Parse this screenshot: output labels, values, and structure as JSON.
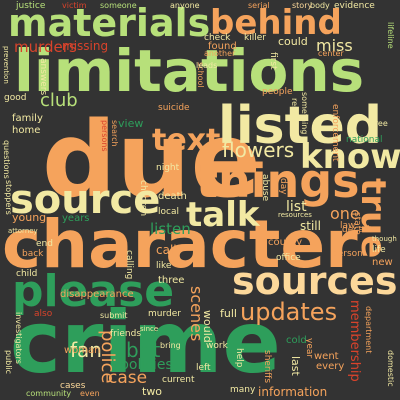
{
  "palette": {
    "background": "#333333",
    "light_green": "#b7e07a",
    "cream": "#f2e9a3",
    "orange": "#f5a35c",
    "green": "#2e9e5b",
    "red": "#d9432b",
    "pale_orange": "#fcd89a"
  },
  "words": [
    {
      "text": "crime"
    },
    {
      "text": "due"
    },
    {
      "text": "character"
    },
    {
      "text": "limitations"
    },
    {
      "text": "listed"
    },
    {
      "text": "things"
    },
    {
      "text": "materials"
    },
    {
      "text": "behind"
    },
    {
      "text": "source"
    },
    {
      "text": "sources"
    },
    {
      "text": "please"
    },
    {
      "text": "know"
    },
    {
      "text": "text"
    },
    {
      "text": "talk"
    },
    {
      "text": "true"
    },
    {
      "text": "updates"
    },
    {
      "text": "flowers"
    },
    {
      "text": "club"
    },
    {
      "text": "miss"
    },
    {
      "text": "murders"
    },
    {
      "text": "missing"
    },
    {
      "text": "listen"
    },
    {
      "text": "fan"
    },
    {
      "text": "brit"
    },
    {
      "text": "police"
    },
    {
      "text": "scenes"
    },
    {
      "text": "one"
    },
    {
      "text": "case"
    },
    {
      "text": "membership"
    },
    {
      "text": "policies"
    },
    {
      "text": "information"
    },
    {
      "text": "cases"
    },
    {
      "text": "community"
    },
    {
      "text": "justice"
    },
    {
      "text": "serial"
    },
    {
      "text": "body"
    },
    {
      "text": "evidence"
    },
    {
      "text": "lifeline"
    },
    {
      "text": "could"
    },
    {
      "text": "found"
    },
    {
      "text": "death"
    },
    {
      "text": "local"
    },
    {
      "text": "year"
    },
    {
      "text": "years"
    },
    {
      "text": "view"
    },
    {
      "text": "suicide"
    },
    {
      "text": "school"
    },
    {
      "text": "cold"
    },
    {
      "text": "woman"
    },
    {
      "text": "friends"
    },
    {
      "text": "every"
    },
    {
      "text": "went"
    },
    {
      "text": "last"
    },
    {
      "text": "county"
    },
    {
      "text": "office"
    },
    {
      "text": "murder"
    },
    {
      "text": "disappearance"
    },
    {
      "text": "current"
    },
    {
      "text": "sheriffs"
    },
    {
      "text": "home"
    },
    {
      "text": "family"
    },
    {
      "text": "young"
    },
    {
      "text": "child"
    },
    {
      "text": "story"
    },
    {
      "text": "someone"
    },
    {
      "text": "anyone"
    },
    {
      "text": "check"
    },
    {
      "text": "another"
    },
    {
      "text": "killer"
    },
    {
      "text": "center"
    },
    {
      "text": "first"
    },
    {
      "text": "still"
    },
    {
      "text": "list"
    },
    {
      "text": "full"
    },
    {
      "text": "call"
    },
    {
      "text": "abuse"
    },
    {
      "text": "state"
    },
    {
      "text": "national"
    },
    {
      "text": "people"
    },
    {
      "text": "night"
    },
    {
      "text": "three"
    },
    {
      "text": "two"
    },
    {
      "text": "new"
    },
    {
      "text": "life"
    },
    {
      "text": "end"
    },
    {
      "text": "back"
    },
    {
      "text": "good"
    },
    {
      "text": "since"
    },
    {
      "text": "left"
    },
    {
      "text": "help"
    },
    {
      "text": "many"
    },
    {
      "text": "victim"
    },
    {
      "text": "answers"
    },
    {
      "text": "search"
    },
    {
      "text": "persons"
    },
    {
      "text": "children"
    },
    {
      "text": "enforcement"
    },
    {
      "text": "law"
    },
    {
      "text": "decades"
    },
    {
      "text": "department"
    },
    {
      "text": "investigators"
    },
    {
      "text": "public"
    },
    {
      "text": "also"
    },
    {
      "text": "submit"
    },
    {
      "text": "calling"
    },
    {
      "text": "like"
    },
    {
      "text": "person"
    },
    {
      "text": "questions"
    },
    {
      "text": "stoppers"
    },
    {
      "text": "attorney"
    },
    {
      "text": "work"
    },
    {
      "text": "domestic"
    },
    {
      "text": "though"
    },
    {
      "text": "free"
    },
    {
      "text": "leads"
    },
    {
      "text": "prevention"
    },
    {
      "text": "resources"
    },
    {
      "text": "day"
    },
    {
      "text": "remains"
    },
    {
      "text": "something"
    },
    {
      "text": "even"
    },
    {
      "text": "bring"
    },
    {
      "text": "would"
    }
  ]
}
